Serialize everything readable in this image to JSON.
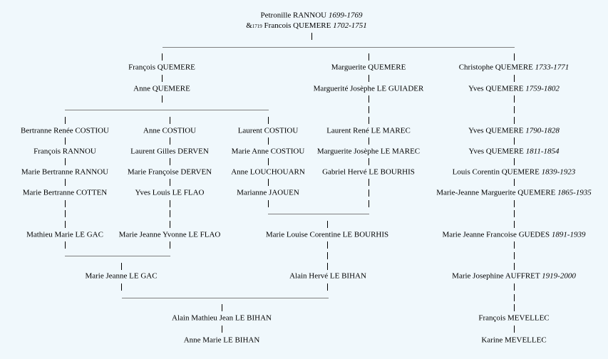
{
  "root": {
    "name": "Petronille RANNOU",
    "dates": "1699-1769",
    "spouse_prefix": "&",
    "marriage_year": "1719",
    "spouse_name": "Francois QUEMERE",
    "spouse_dates": "1702-1751"
  },
  "nodes": {
    "francois_quemere": {
      "name": "François QUEMERE",
      "dates": ""
    },
    "anne_quemere": {
      "name": "Anne QUEMERE",
      "dates": ""
    },
    "marguerite_quemere": {
      "name": "Marguerite QUEMERE",
      "dates": ""
    },
    "marguerite_le_guiader": {
      "name": "Marguerité Josèphe LE GUIADER",
      "dates": ""
    },
    "christophe_quemere": {
      "name": "Christophe QUEMERE",
      "dates": "1733-1771"
    },
    "yves_quemere_1759": {
      "name": "Yves QUEMERE",
      "dates": "1759-1802"
    },
    "bertranne_costiou": {
      "name": "Bertranne Renée COSTIOU",
      "dates": ""
    },
    "francois_rannou": {
      "name": "François RANNOU",
      "dates": ""
    },
    "marie_bertranne_rannou": {
      "name": "Marie Bertranne RANNOU",
      "dates": ""
    },
    "marie_bertranne_cotten": {
      "name": "Marie Bertranne COTTEN",
      "dates": ""
    },
    "mathieu_le_gac": {
      "name": "Mathieu Marie LE GAC",
      "dates": ""
    },
    "anne_costiou": {
      "name": "Anne COSTIOU",
      "dates": ""
    },
    "laurent_derven": {
      "name": "Laurent Gilles DERVEN",
      "dates": ""
    },
    "marie_francoise_derven": {
      "name": "Marie Françoise DERVEN",
      "dates": ""
    },
    "yves_le_flao": {
      "name": "Yves Louis LE FLAO",
      "dates": ""
    },
    "marie_jeanne_le_flao": {
      "name": "Marie Jeanne Yvonne LE FLAO",
      "dates": ""
    },
    "laurent_costiou": {
      "name": "Laurent COSTIOU",
      "dates": ""
    },
    "marie_anne_costiou": {
      "name": "Marie Anne COSTIOU",
      "dates": ""
    },
    "anne_louchouarn": {
      "name": "Anne LOUCHOUARN",
      "dates": ""
    },
    "marianne_jaouen": {
      "name": "Marianne JAOUEN",
      "dates": ""
    },
    "laurent_le_marec": {
      "name": "Laurent René LE MAREC",
      "dates": ""
    },
    "marguerite_le_marec": {
      "name": "Marguerite Josèphe LE MAREC",
      "dates": ""
    },
    "gabriel_le_bourhis": {
      "name": "Gabriel Hervé LE BOURHIS",
      "dates": ""
    },
    "marie_louise_le_bourhis": {
      "name": "Marie Louise Corentine LE BOURHIS",
      "dates": ""
    },
    "yves_quemere_1790": {
      "name": "Yves QUEMERE",
      "dates": "1790-1828"
    },
    "yves_quemere_1811": {
      "name": "Yves QUEMERE",
      "dates": "1811-1854"
    },
    "louis_quemere": {
      "name": "Louis Corentin QUEMERE",
      "dates": "1839-1923"
    },
    "marie_jeanne_quemere": {
      "name": "Marie-Jeanne Marguerite QUEMERE",
      "dates": "1865-1935"
    },
    "marie_jeanne_guedes": {
      "name": "Marie Jeanne Francoise GUEDES",
      "dates": "1891-1939"
    },
    "marie_josephine_auffret": {
      "name": "Marie Josephine AUFFRET",
      "dates": "1919-2000"
    },
    "francois_mevellec": {
      "name": "François MEVELLEC",
      "dates": ""
    },
    "karine_mevellec": {
      "name": "Karine MEVELLEC",
      "dates": ""
    },
    "marie_jeanne_le_gac": {
      "name": "Marie Jeanne LE GAC",
      "dates": ""
    },
    "alain_herve_le_bihan": {
      "name": "Alain Hervé LE BIHAN",
      "dates": ""
    },
    "alain_mathieu_le_bihan": {
      "name": "Alain Mathieu Jean LE BIHAN",
      "dates": ""
    },
    "anne_marie_le_bihan": {
      "name": "Anne Marie LE BIHAN",
      "dates": ""
    }
  }
}
